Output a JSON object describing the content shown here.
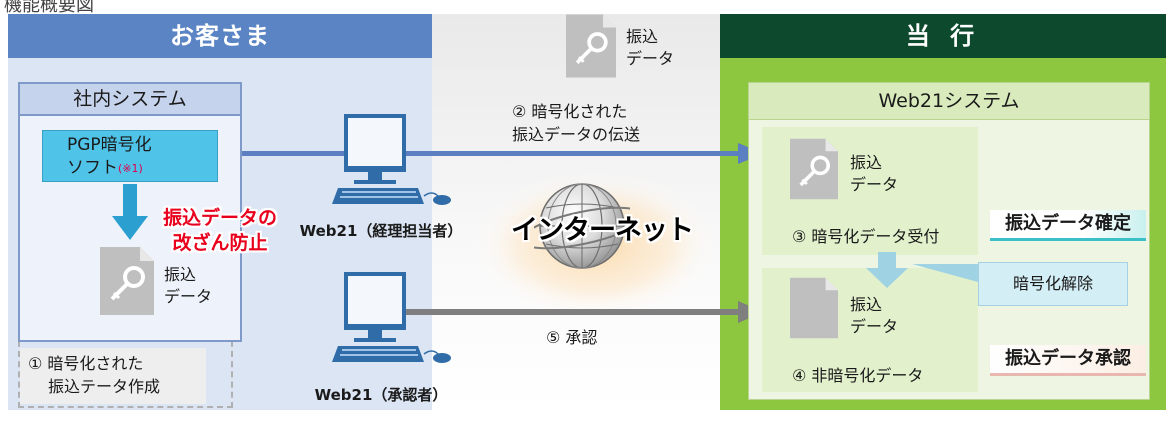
{
  "top_label": "機能概要図",
  "customer": {
    "header": "お客さま"
  },
  "bank": {
    "header": "当 行"
  },
  "in_house_system": {
    "title": "社内システム",
    "pgp_line1": "PGP暗号化",
    "pgp_line2": "ソフト",
    "pgp_note": "(※1)"
  },
  "tamper_prevention": {
    "line1": "振込データの",
    "line2": "改ざん防止"
  },
  "doc_label": {
    "line1": "振込",
    "line2": "データ"
  },
  "step1": {
    "line1": "① 暗号化された",
    "line2": "振込テータ作成"
  },
  "step2": {
    "line1": "② 暗号化された",
    "line2": "振込データの伝送"
  },
  "step3": "③ 暗号化データ受付",
  "step4": "④ 非暗号化データ",
  "step5": "⑤ 承認",
  "pc_accounting": "Web21（経理担当者）",
  "pc_approver": "Web21（承認者）",
  "internet": "インターネット",
  "web21_system": {
    "title": "Web21システム"
  },
  "confirm_label": "振込データ確定",
  "approve_label": "振込データ承認",
  "decrypt_label": "暗号化解除",
  "colors": {
    "customer_header": "#5b84c4",
    "customer_body": "#dbe5f3",
    "bank_header": "#0d4a2d",
    "bank_body": "#8dc63f",
    "pgp_box": "#4fc3e8",
    "arrow_blue": "#5b7fc0",
    "arrow_gray": "#7f7f7f",
    "warning_red": "#e8001c"
  }
}
